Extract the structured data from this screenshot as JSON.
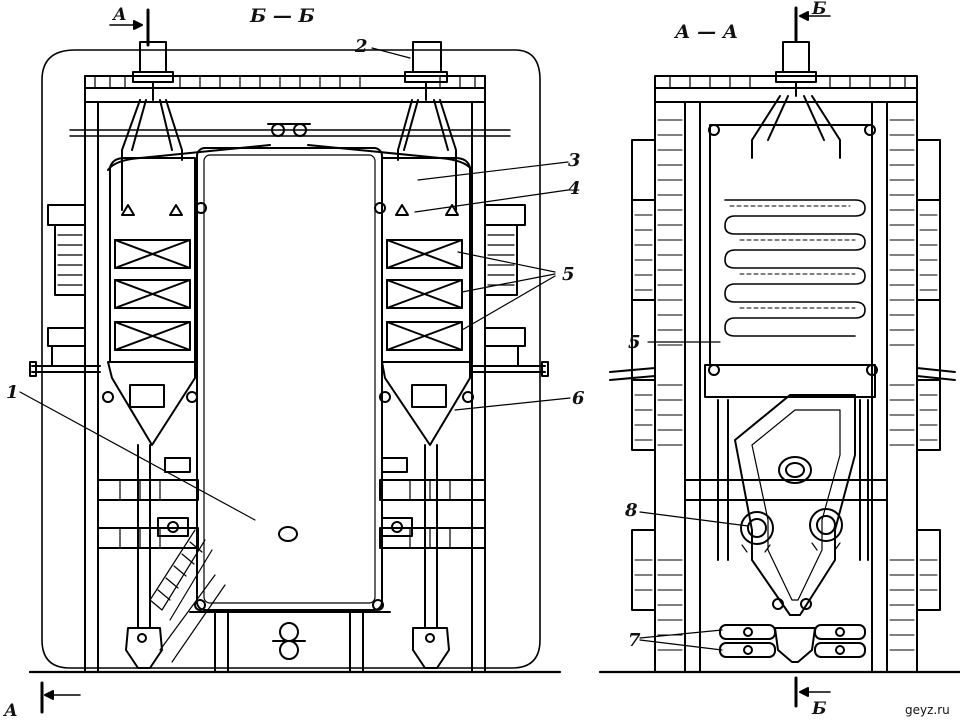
{
  "section_titles": {
    "left": "Б — Б",
    "right": "А — А"
  },
  "cut_markers": {
    "a_top": "А",
    "a_bottom": "А",
    "b_top": "Б",
    "b_bottom": "Б"
  },
  "callouts": {
    "n1": "1",
    "n2": "2",
    "n3": "3",
    "n4": "4",
    "n5_left": "5",
    "n5_right": "5",
    "n6": "6",
    "n7": "7",
    "n8": "8"
  },
  "watermark": "geyz.ru"
}
